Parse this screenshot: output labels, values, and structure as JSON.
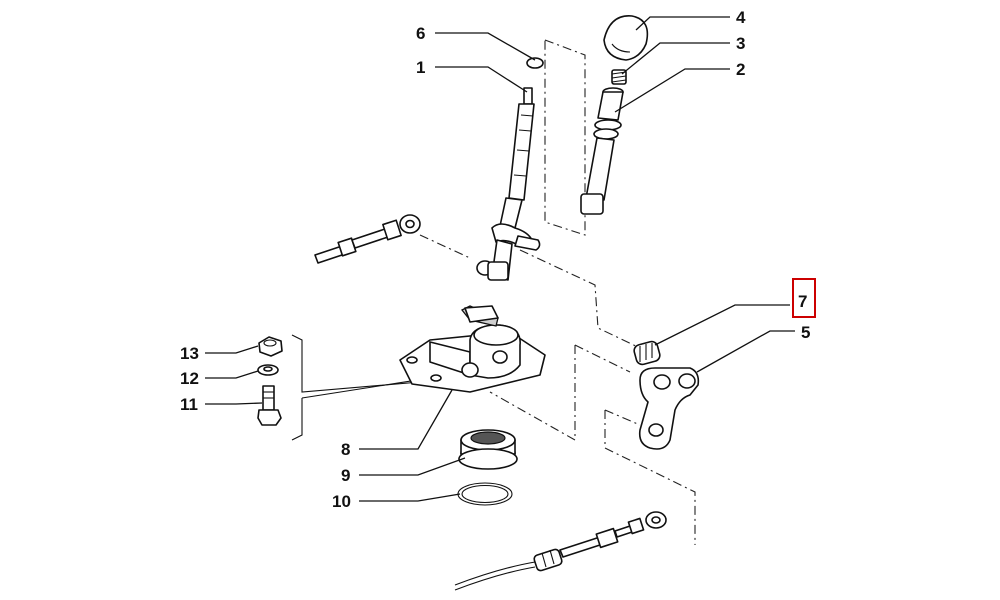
{
  "diagram": {
    "highlight_color": "#cc0000",
    "parts": [
      {
        "id": "1",
        "label": "1"
      },
      {
        "id": "2",
        "label": "2"
      },
      {
        "id": "3",
        "label": "3"
      },
      {
        "id": "4",
        "label": "4"
      },
      {
        "id": "5",
        "label": "5"
      },
      {
        "id": "6",
        "label": "6"
      },
      {
        "id": "7",
        "label": "7",
        "highlighted": true
      },
      {
        "id": "8",
        "label": "8"
      },
      {
        "id": "9",
        "label": "9"
      },
      {
        "id": "10",
        "label": "10"
      },
      {
        "id": "11",
        "label": "11"
      },
      {
        "id": "12",
        "label": "12"
      },
      {
        "id": "13",
        "label": "13"
      }
    ]
  }
}
